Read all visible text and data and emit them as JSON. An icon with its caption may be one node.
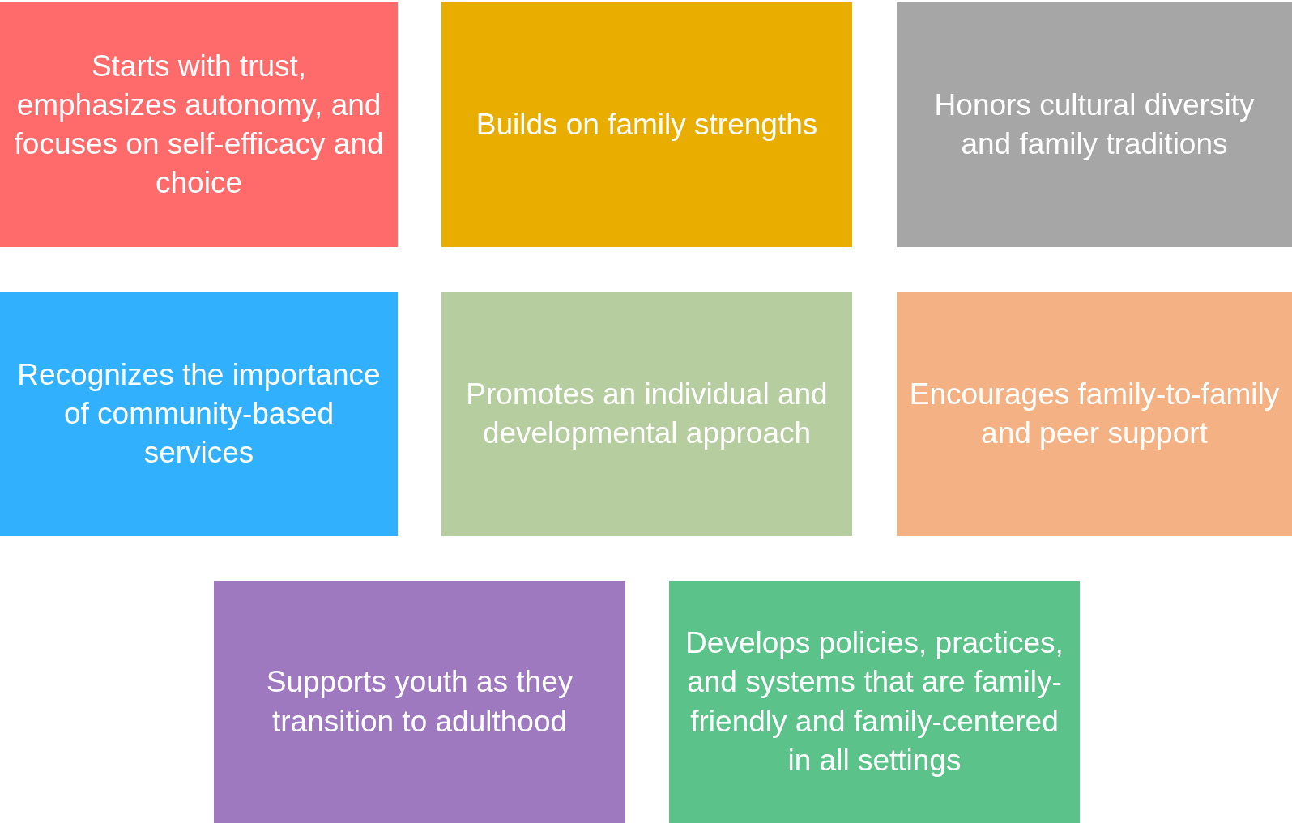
{
  "diagram": {
    "nodes": [
      {
        "text": [
          "Starts with trust, emphasizes autonomy, and focuses on self-efficacy and choice"
        ]
      },
      {
        "text": [
          "Builds on family strengths"
        ]
      },
      {
        "text": [
          "Honors cultural diversity and family traditions"
        ]
      },
      {
        "text": [
          "Recognizes the importance of community-based services"
        ]
      },
      {
        "text": [
          "Promotes an individual and developmental approach"
        ]
      },
      {
        "text": [
          "Encourages family-to-family and peer support"
        ]
      },
      {
        "text": [
          "Supports youth as they transition to adulthood"
        ]
      },
      {
        "text": [
          "Develops policies, practices, and systems that are family-friendly and family-centered in all settings"
        ]
      }
    ]
  }
}
